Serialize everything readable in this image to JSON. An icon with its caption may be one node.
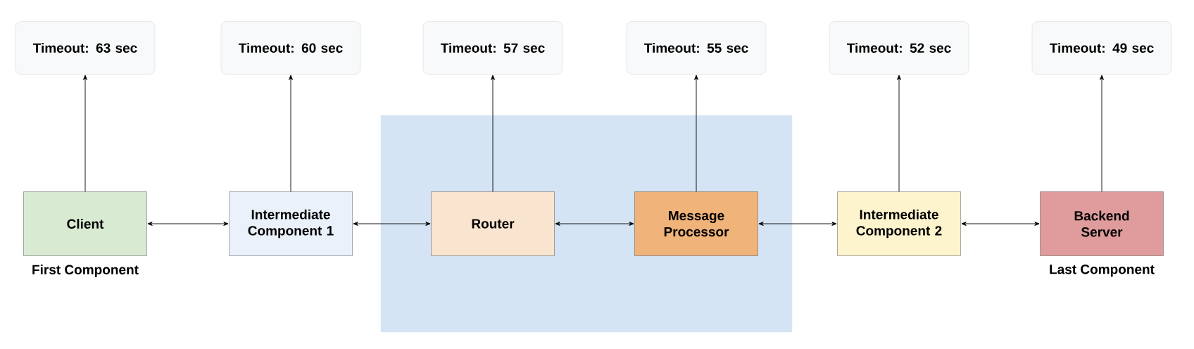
{
  "diagram": {
    "nodes": [
      {
        "text": [
          "Timeout: 63 sec"
        ]
      },
      {
        "text": [
          "Timeout: 60 sec"
        ]
      },
      {
        "text": [
          "Timeout: 57 sec"
        ]
      },
      {
        "text": [
          "Timeout: 55 sec"
        ]
      },
      {
        "text": [
          "Timeout: 52 sec"
        ]
      },
      {
        "text": [
          "Timeout: 49 sec"
        ]
      },
      {
        "text": [],
        "shape": "box"
      },
      {
        "text": [
          "Client"
        ],
        "beside": [
          "First Component"
        ]
      },
      {
        "text": [
          "Intermediate Component 1"
        ]
      },
      {
        "text": [
          "Router"
        ],
        "in": 6
      },
      {
        "text": [
          "Message Processor"
        ],
        "in": 6
      },
      {
        "text": [
          "Intermediate Component 2"
        ]
      },
      {
        "text": [
          "Backend Server"
        ],
        "beside": [
          "Last Component"
        ]
      }
    ],
    "edges": [
      {
        "from": 7,
        "to": 0,
        "arrow": "to"
      },
      {
        "from": 8,
        "to": 1,
        "arrow": "to"
      },
      {
        "from": 9,
        "to": 2,
        "arrow": "to"
      },
      {
        "from": 10,
        "to": 3,
        "arrow": "to"
      },
      {
        "from": 11,
        "to": 4,
        "arrow": "to"
      },
      {
        "from": 12,
        "to": 5,
        "arrow": "to"
      },
      {
        "from": 7,
        "to": 8,
        "arrow": "both"
      },
      {
        "from": 8,
        "to": 9,
        "arrow": "both"
      },
      {
        "from": 9,
        "to": 10,
        "arrow": "both"
      },
      {
        "from": 10,
        "to": 11,
        "arrow": "both"
      },
      {
        "from": 11,
        "to": 12,
        "arrow": "both"
      }
    ]
  }
}
